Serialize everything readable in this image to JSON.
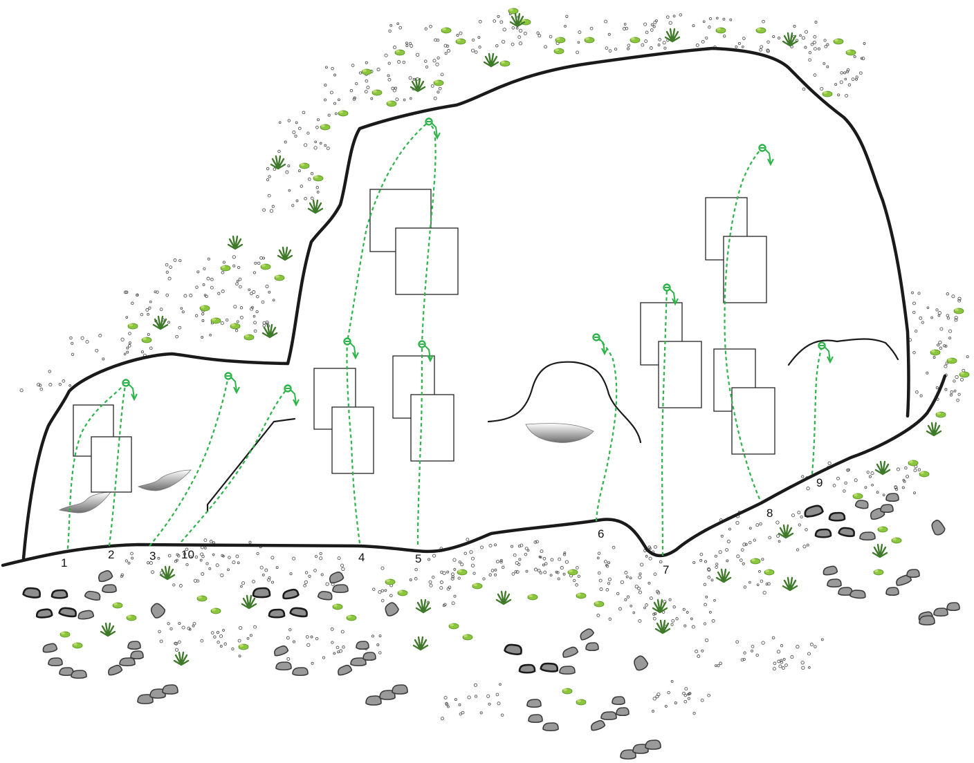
{
  "routes": [
    {
      "number": "1"
    },
    {
      "number": "2"
    },
    {
      "number": "3"
    },
    {
      "number": "10"
    },
    {
      "number": "4"
    },
    {
      "number": "5"
    },
    {
      "number": "6"
    },
    {
      "number": "7"
    },
    {
      "number": "8"
    },
    {
      "number": "9"
    }
  ],
  "colors": {
    "route": "#2db34a",
    "outline": "#1a1a1a",
    "rock": "#9a9a9a",
    "vegetation": "#8cc63f"
  },
  "icons": [
    "anchor-icon",
    "rock-icon",
    "grass-tuft-icon",
    "plant-icon",
    "gravel-icon"
  ]
}
